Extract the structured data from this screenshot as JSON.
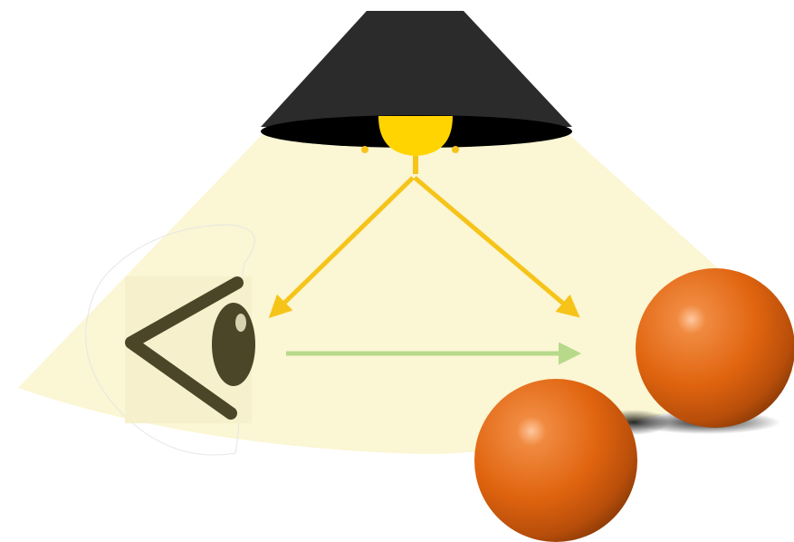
{
  "scene": {
    "background": "#ffffff",
    "colors": {
      "light_cone": "#fbf6d3",
      "lampshade": "#2b2b2b",
      "lampshade_rim": "#000000",
      "bulb": "#ffd400",
      "light_ray_arrow": "#f6c419",
      "sight_arrow": "#b7d98a",
      "eye": "#4c4629",
      "ball": "#e0640f",
      "ball_shadow": "#111111"
    },
    "elements": {
      "lamp": "lamp-with-shade",
      "bulb": "light-bulb",
      "eye": "eye-icon",
      "balls": [
        "orange-sphere",
        "orange-sphere"
      ]
    },
    "arrows": [
      {
        "name": "ray-to-eye",
        "from": "bulb",
        "to": "eye",
        "kind": "light"
      },
      {
        "name": "ray-to-balls",
        "from": "bulb",
        "to": "balls",
        "kind": "light"
      },
      {
        "name": "sight-line",
        "from": "eye",
        "to": "balls",
        "kind": "sight"
      }
    ]
  }
}
